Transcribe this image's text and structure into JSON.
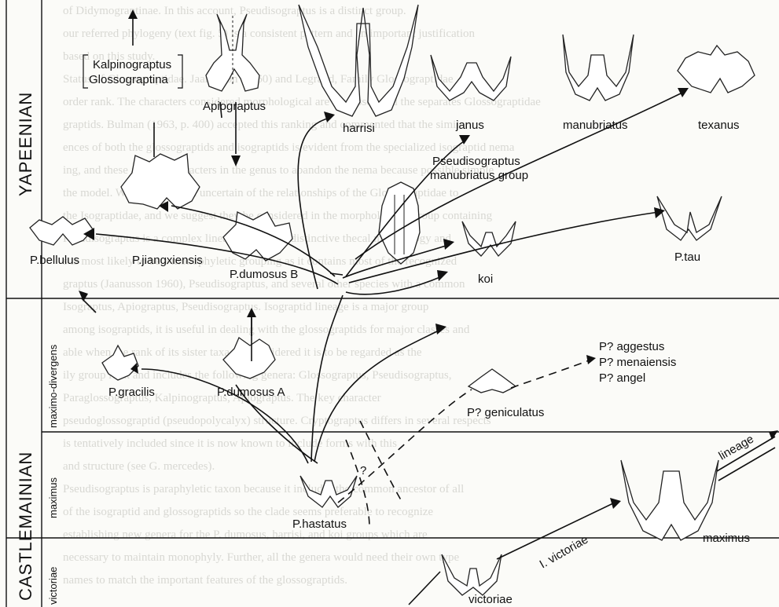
{
  "stages": {
    "yapeenian": "YAPEENIAN",
    "castlemainian": "CASTLEMAINIAN"
  },
  "zones": {
    "maximo_divergens": "maximo-divergens",
    "maximus": "maximus",
    "victoriae": "victoriae"
  },
  "labels": {
    "kalpinograptus": "Kalpinograptus",
    "glossograptina": "Glossograptina",
    "apiograptus": "Apiograptus",
    "harrisi": "harrisi",
    "janus": "janus",
    "manubriatus": "manubriatus",
    "texanus": "texanus",
    "pseudisograptus": "Pseudisograptus",
    "manubriatus_group": "manubriatus group",
    "p_bellulus": "P.bellulus",
    "p_jiangxiensis": "P.jiangxiensis",
    "p_dumosus_b": "P.dumosus B",
    "koi": "koi",
    "p_tau": "P.tau",
    "p_aggestus": "P? aggestus",
    "p_menaiensis": "P? menaiensis",
    "p_angel": "P? angel",
    "p_gracilis": "P.gracilis",
    "p_dumosus_a": "P.dumosus A",
    "p_geniculatus": "P? geniculatus",
    "question": "?",
    "p_hastatus": "P.hastatus",
    "lineage": "lineage",
    "maximus_lbl": "maximus",
    "l_victoriae": "I. victoriae",
    "victoriae_lbl": "victoriae"
  },
  "background_text": [
    "of Didymograptinae. In this account, Pseudisograptus is a distinct group.",
    "our referred phylogeny (text fig. 5) is a consistent pattern and an important justification",
    "based on this study.",
    "Status of Glossograptidae. Jaanusson (1960) and Legrand, Family Glossograptidae",
    "order rank. The characters considered morphological are discussed and the separates Glossograptidae",
    "graptids. Bulman (1963, p. 400) accepted this ranking and commented that the similar",
    "ences of both the glossograptids and isograptids is evident from the specialized isograptid nema",
    "ing, and these arise as characters in the genus to abandon the nema because possible simple",
    "the model. We are at present uncertain of the relationships of the Glossograptidae to",
    "the Isograptidae, and we suggest they be considered in the morphological group containing",
    "Pseudisograptus is a complex lineage, featuring distinctive thecal morphology and",
    "s is most likely to be a monophyletic grouping as it contains most of the recognized",
    "graptus (Jaanusson 1960), Pseudisograptus, and several other species with a common",
    "Isograptus, Apiograptus, Pseudisograptus. Isograptid lineage is a major group",
    "among isograptids, it is useful in dealing with the glossograptids for major classes and",
    "able when the rank of its sister taxa are considered it is to be regarded as the",
    "ily group rank and includes the following genera: Glossograptus, Pseudisograptus,",
    "Paraglossograptus, Kalpinograptus, Apiograptus. The key character",
    "pseudoglossograptid (pseudopolycalyx) structure. Cryptograptus differs in several respects",
    "is tentatively included since it is now known to include forms with this",
    "and structure (see G. mercedes).",
    "Pseudisograptus is paraphyletic taxon because it includes the common ancestor of all",
    "of the isograptid and glossograptids so the clade seems preferable to recognize",
    "establishing new genera for the P. dumosus, harrisi, and koi groups which are",
    "necessary to maintain monophyly. Further, all the genera would need their own type",
    "names to match the important features of the glossograptids."
  ],
  "icons": [
    "arrow-up-icon",
    "specimen-drawings"
  ]
}
